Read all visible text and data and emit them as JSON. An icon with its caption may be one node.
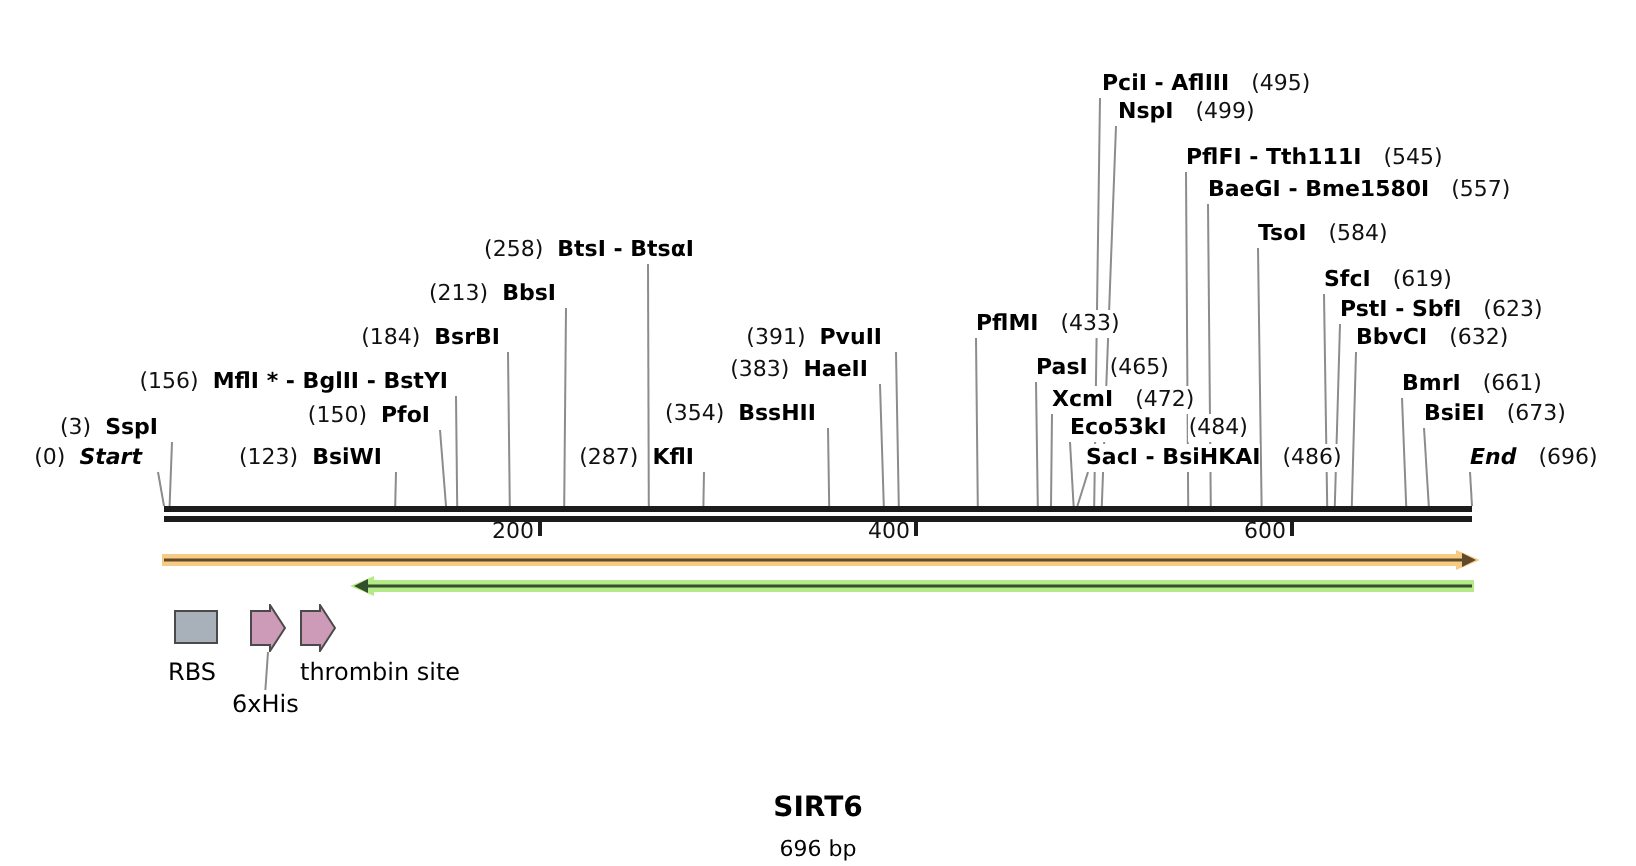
{
  "diagram": {
    "title": "SIRT6",
    "caption": "696 bp",
    "nodes": [
      {
        "text": [
          "PciI - AflIII",
          "(495)"
        ]
      },
      {
        "text": [
          "NspI",
          "(499)"
        ]
      },
      {
        "text": [
          "PflFI - Tth111I",
          "(545)"
        ]
      },
      {
        "text": [
          "BaeGI - Bme1580I",
          "(557)"
        ]
      },
      {
        "text": [
          "TsoI",
          "(584)"
        ]
      },
      {
        "text": [
          "(258)",
          "BtsI - BtsαI"
        ]
      },
      {
        "text": [
          "SfcI",
          "(619)"
        ]
      },
      {
        "text": [
          "(213)",
          "BbsI"
        ]
      },
      {
        "text": [
          "PstI - SbfI",
          "(623)"
        ]
      },
      {
        "text": [
          "PflMI",
          "(433)"
        ]
      },
      {
        "text": [
          "(184)",
          "BsrBI"
        ]
      },
      {
        "text": [
          "(391)",
          "PvuII"
        ]
      },
      {
        "text": [
          "BbvCI",
          "(632)"
        ]
      },
      {
        "text": [
          "PasI",
          "(465)"
        ]
      },
      {
        "text": [
          "(383)",
          "HaeII"
        ]
      },
      {
        "text": [
          "(156)",
          "MflI * - BglII - BstYI"
        ]
      },
      {
        "text": [
          "BmrI",
          "(661)"
        ]
      },
      {
        "text": [
          "XcmI",
          "(472)"
        ]
      },
      {
        "text": [
          "(354)",
          "BssHII"
        ]
      },
      {
        "text": [
          "BsiEI",
          "(673)"
        ]
      },
      {
        "text": [
          "(150)",
          "PfoI"
        ]
      },
      {
        "text": [
          "(3)",
          "SspI"
        ]
      },
      {
        "text": [
          "Eco53kI",
          "(484)"
        ]
      },
      {
        "text": [
          "(0)",
          "Start"
        ]
      },
      {
        "text": [
          "(123)",
          "BsiWI"
        ]
      },
      {
        "text": [
          "(287)",
          "KflI"
        ]
      },
      {
        "text": [
          "SacI - BsiHKAI",
          "(486)"
        ]
      },
      {
        "text": [
          "End",
          "(696)"
        ]
      },
      {
        "text": [],
        "shape": "bar"
      },
      {
        "text": [],
        "shape": "arrow"
      },
      {
        "text": [],
        "shape": "arrow"
      },
      {
        "text": [
          "RBS"
        ]
      },
      {
        "text": [],
        "shape": "arrow"
      },
      {
        "text": [
          "thrombin site"
        ]
      },
      {
        "text": [
          "6xHis"
        ]
      }
    ],
    "edges": [
      {
        "from": 0,
        "to": 28,
        "arrow": "none"
      },
      {
        "from": 1,
        "to": 28,
        "arrow": "none"
      },
      {
        "from": 2,
        "to": 28,
        "arrow": "none"
      },
      {
        "from": 3,
        "to": 28,
        "arrow": "none"
      },
      {
        "from": 4,
        "to": 28,
        "arrow": "none"
      },
      {
        "from": 5,
        "to": 28,
        "arrow": "none"
      },
      {
        "from": 6,
        "to": 28,
        "arrow": "none"
      },
      {
        "from": 7,
        "to": 28,
        "arrow": "none"
      },
      {
        "from": 8,
        "to": 28,
        "arrow": "none"
      },
      {
        "from": 9,
        "to": 28,
        "arrow": "none"
      },
      {
        "from": 10,
        "to": 28,
        "arrow": "none"
      },
      {
        "from": 11,
        "to": 28,
        "arrow": "none"
      },
      {
        "from": 12,
        "to": 28,
        "arrow": "none"
      },
      {
        "from": 13,
        "to": 28,
        "arrow": "none"
      },
      {
        "from": 14,
        "to": 28,
        "arrow": "none"
      },
      {
        "from": 15,
        "to": 28,
        "arrow": "none"
      },
      {
        "from": 16,
        "to": 28,
        "arrow": "none"
      },
      {
        "from": 17,
        "to": 28,
        "arrow": "none"
      },
      {
        "from": 18,
        "to": 28,
        "arrow": "none"
      },
      {
        "from": 19,
        "to": 28,
        "arrow": "none"
      },
      {
        "from": 20,
        "to": 28,
        "arrow": "none"
      },
      {
        "from": 21,
        "to": 28,
        "arrow": "none"
      },
      {
        "from": 22,
        "to": 28,
        "arrow": "none"
      },
      {
        "from": 23,
        "to": 28,
        "arrow": "none"
      },
      {
        "from": 24,
        "to": 28,
        "arrow": "none"
      },
      {
        "from": 25,
        "to": 28,
        "arrow": "none"
      },
      {
        "from": 26,
        "to": 28,
        "arrow": "none"
      },
      {
        "from": 27,
        "to": 28,
        "arrow": "none"
      },
      {
        "from": 34,
        "to": 32,
        "arrow": "none"
      }
    ],
    "labels": [
      "200",
      "400",
      "600"
    ]
  }
}
